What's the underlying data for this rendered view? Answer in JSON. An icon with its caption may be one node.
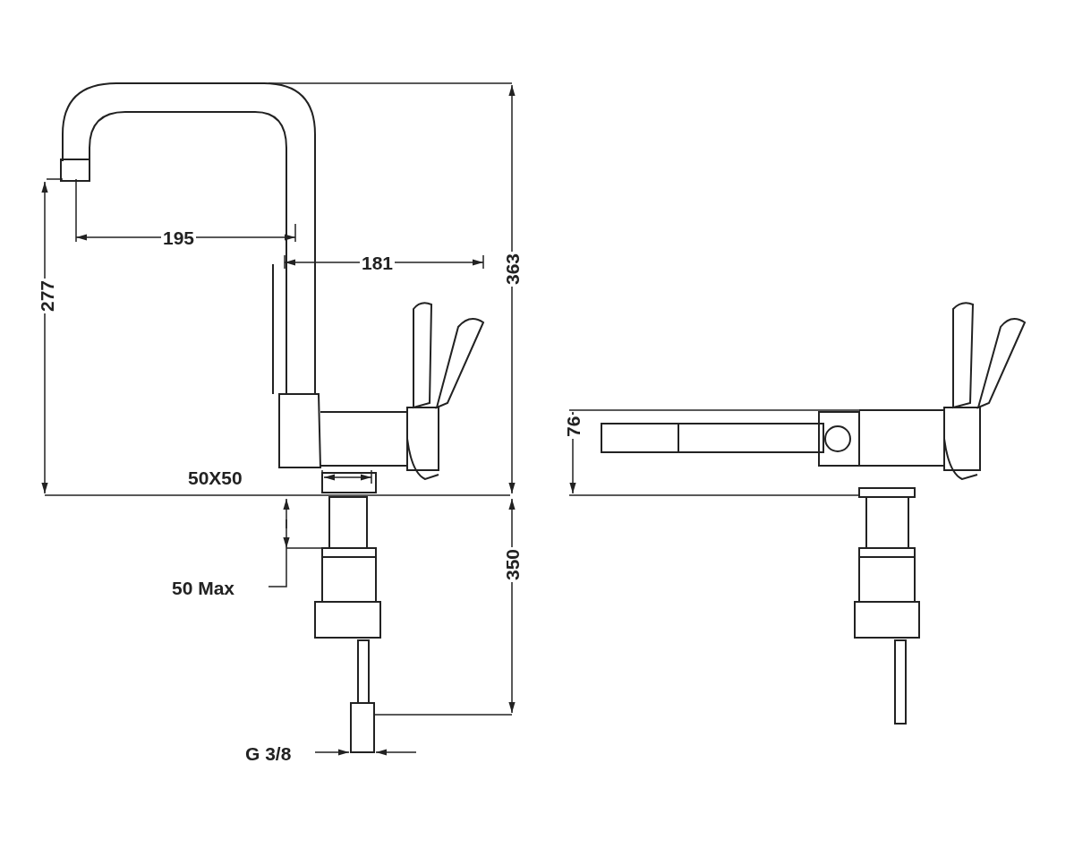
{
  "diagram": {
    "labels": [
      "195",
      "181",
      "363",
      "277",
      "50X50",
      "50 Max",
      "350",
      "G 3/8",
      "76"
    ]
  }
}
